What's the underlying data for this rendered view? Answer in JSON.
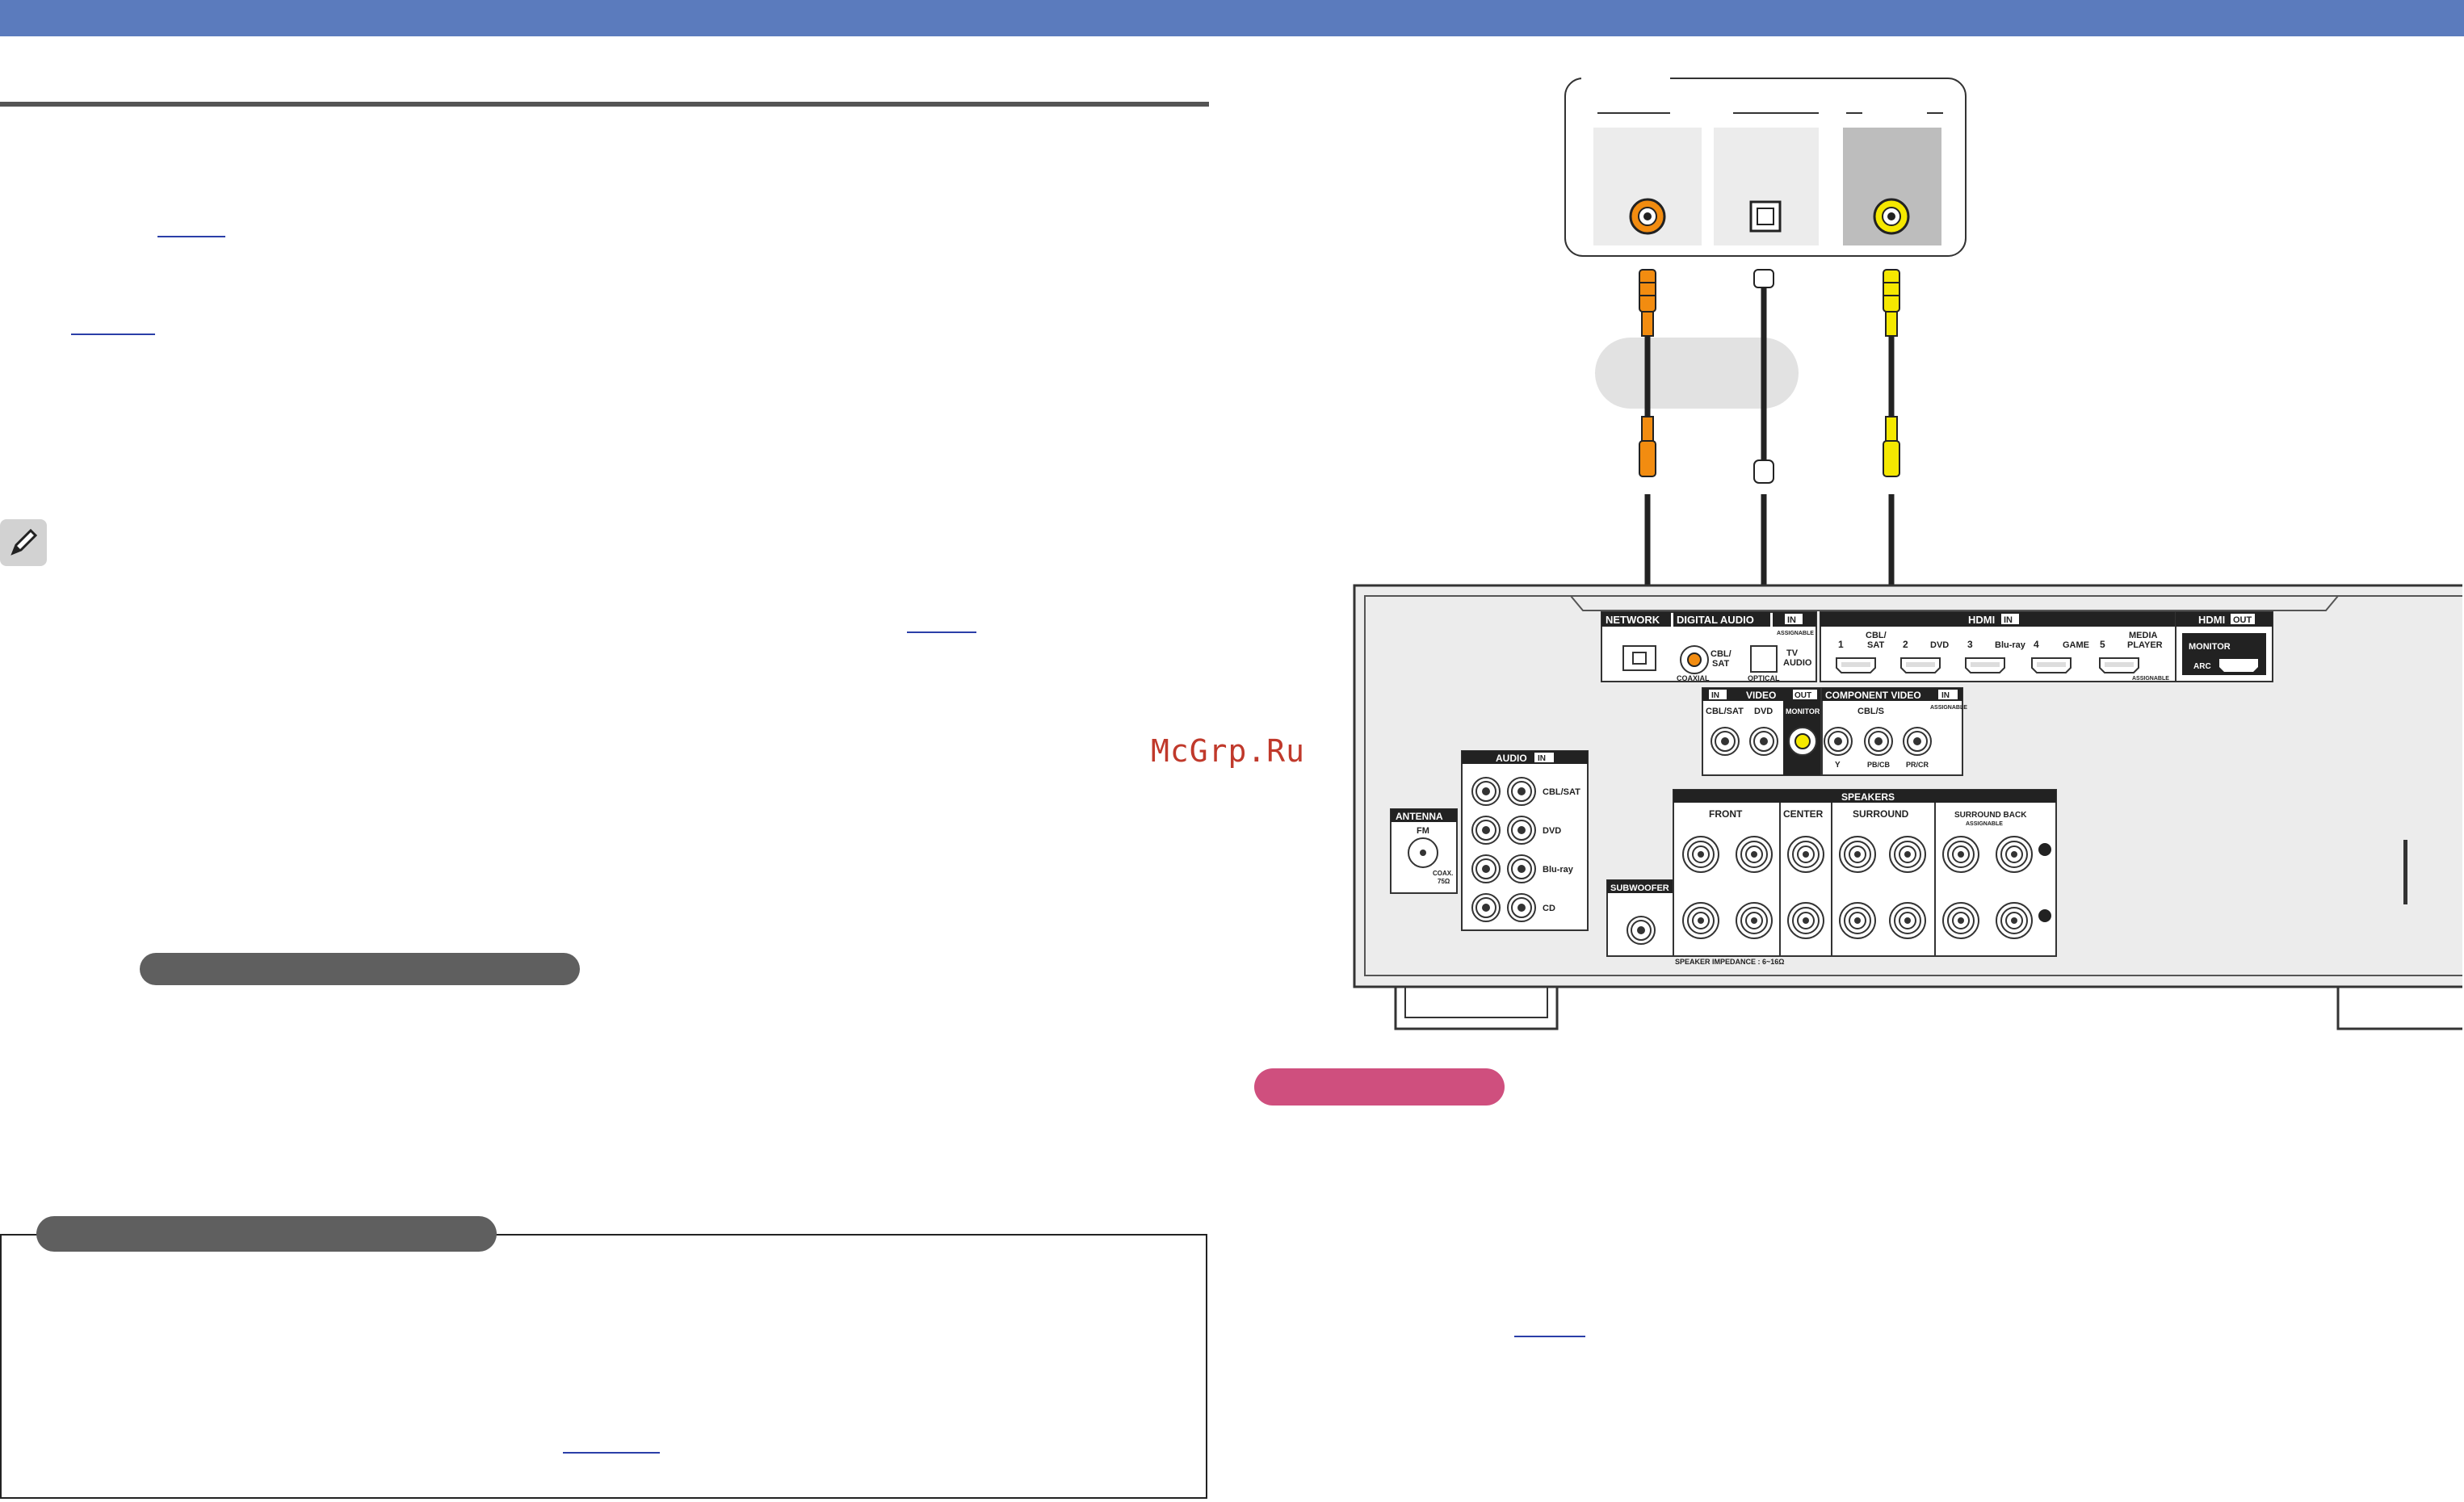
{
  "watermark": "McGrp.Ru",
  "receiver": {
    "network": "NETWORK",
    "digital_audio": "DIGITAL AUDIO",
    "in": "IN",
    "assignable": "ASSIGNABLE",
    "cbl_sat": "CBL/\nSAT",
    "coaxial": "COAXIAL",
    "tv_audio": "TV\nAUDIO",
    "optical": "OPTICAL",
    "hdmi_in": "HDMI",
    "hdmi_in_tag": "IN",
    "hdmi_out": "HDMI",
    "hdmi_out_tag": "OUT",
    "hdmi_ports": [
      "1",
      "CBL/\nSAT",
      "2",
      "DVD",
      "3",
      "Blu-ray",
      "4",
      "GAME",
      "5",
      "MEDIA\nPLAYER"
    ],
    "monitor": "MONITOR",
    "arc": "ARC",
    "video": "VIDEO",
    "video_in": "IN",
    "video_out": "OUT",
    "video_cbl_sat": "CBL/SAT",
    "video_dvd": "DVD",
    "video_monitor": "MONITOR",
    "component": "COMPONENT VIDEO",
    "component_in": "IN",
    "component_cbl": "CBL/S",
    "component_labels": [
      "Y",
      "PB/CB",
      "PR/CR"
    ],
    "audio": "AUDIO",
    "audio_in": "IN",
    "audio_inputs": [
      "CBL/SAT",
      "DVD",
      "Blu-ray",
      "CD"
    ],
    "antenna": "ANTENNA",
    "fm": "FM",
    "coax": "COAX.\n75Ω",
    "speakers": "SPEAKERS",
    "front": "FRONT",
    "center": "CENTER",
    "surround": "SURROUND",
    "surround_back": "SURROUND BACK",
    "subwoofer": "SUBWOOFER",
    "impedance": "SPEAKER IMPEDANCE : 6~16Ω"
  }
}
